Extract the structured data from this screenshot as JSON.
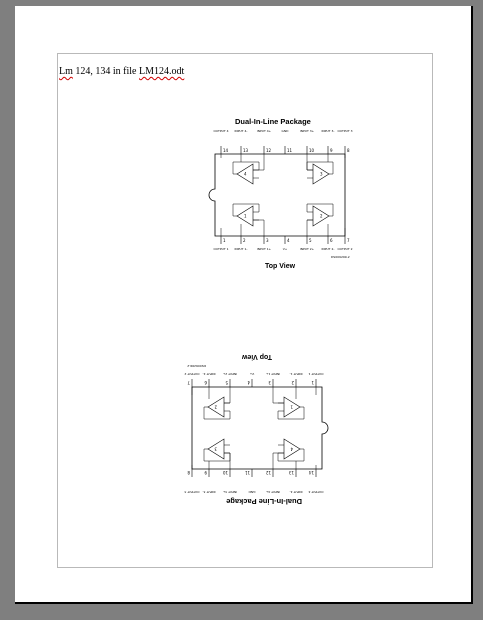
{
  "document": {
    "header": {
      "prefix": "Lm",
      "middle": " 124, 134  in file ",
      "filename": "LM124.odt"
    }
  },
  "diagram": {
    "title": "Dual-In-Line Package",
    "view_label": "Top View",
    "part_number": "DS009299-2",
    "top_pins": [
      {
        "num": "14",
        "label": "OUTPUT 4"
      },
      {
        "num": "13",
        "label": "INPUT 4-"
      },
      {
        "num": "12",
        "label": "INPUT 4+"
      },
      {
        "num": "11",
        "label": "GND"
      },
      {
        "num": "10",
        "label": "INPUT 3+"
      },
      {
        "num": "9",
        "label": "INPUT 3-"
      },
      {
        "num": "8",
        "label": "OUTPUT 3"
      }
    ],
    "bottom_pins": [
      {
        "num": "1",
        "label": "OUTPUT 1"
      },
      {
        "num": "2",
        "label": "INPUT 1-"
      },
      {
        "num": "3",
        "label": "INPUT 1+"
      },
      {
        "num": "4",
        "label": "V+"
      },
      {
        "num": "5",
        "label": "INPUT 2+"
      },
      {
        "num": "6",
        "label": "INPUT 2-"
      },
      {
        "num": "7",
        "label": "OUTPUT 2"
      }
    ],
    "amp_labels": [
      "4",
      "3",
      "1",
      "2"
    ]
  }
}
